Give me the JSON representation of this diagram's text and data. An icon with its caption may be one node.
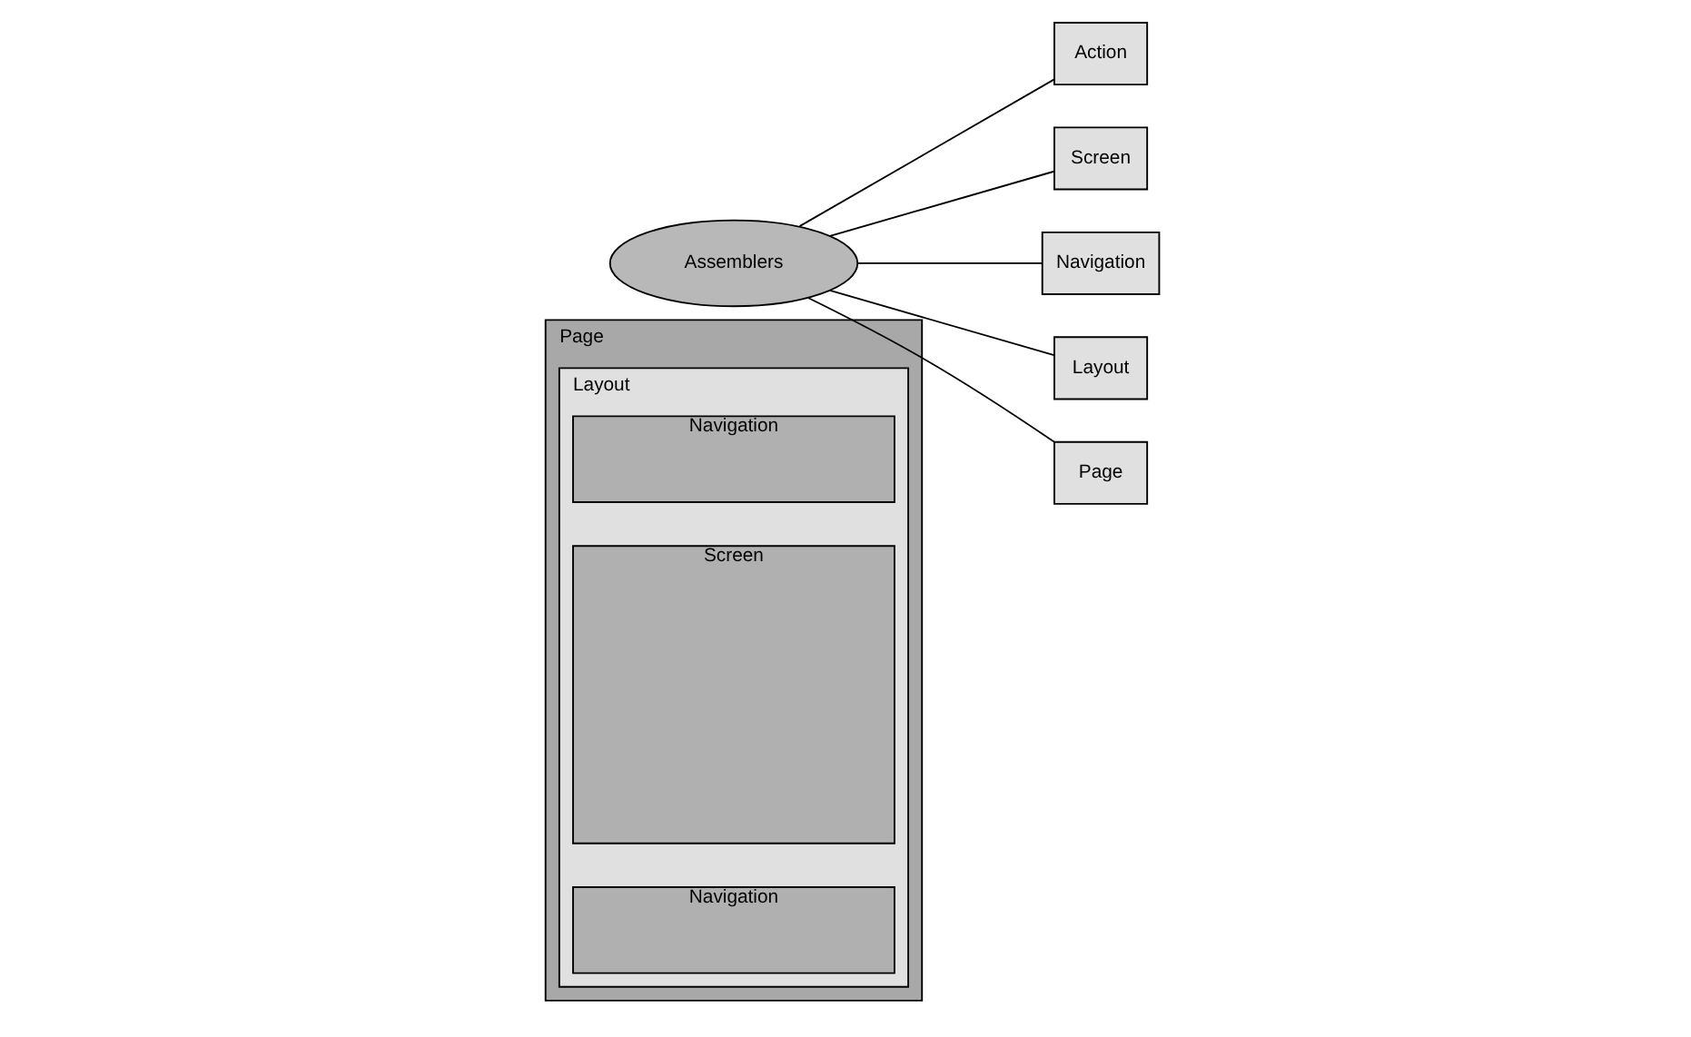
{
  "diagram": {
    "nodes": [
      {
        "text": [
          "Page"
        ]
      },
      {
        "text": [
          "Layout"
        ],
        "in": 0
      },
      {
        "text": [
          "Navigation"
        ],
        "in": 1
      },
      {
        "text": [
          "Screen"
        ],
        "in": 1
      },
      {
        "text": [
          "Navigation"
        ],
        "in": 1
      },
      {
        "text": [
          "Assemblers"
        ]
      },
      {
        "text": [
          "Action"
        ]
      },
      {
        "text": [
          "Screen"
        ]
      },
      {
        "text": [
          "Navigation"
        ]
      },
      {
        "text": [
          "Layout"
        ]
      },
      {
        "text": [
          "Page"
        ]
      }
    ],
    "edges": [
      {
        "from": 5,
        "to": 6,
        "arrow": "none"
      },
      {
        "from": 5,
        "to": 9,
        "arrow": "none"
      },
      {
        "from": 5,
        "to": 8,
        "arrow": "none"
      },
      {
        "from": 5,
        "to": 10,
        "arrow": "none"
      },
      {
        "from": 5,
        "to": 7,
        "arrow": "none"
      }
    ]
  }
}
